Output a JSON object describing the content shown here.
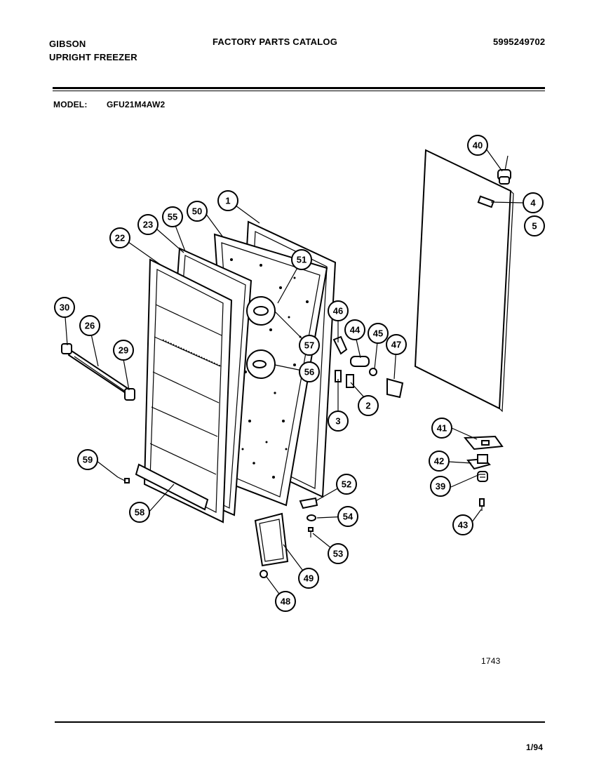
{
  "header": {
    "brand": "GIBSON",
    "product": "UPRIGHT FREEZER",
    "catalog_title": "FACTORY PARTS CATALOG",
    "catalog_number": "5995249702",
    "model_label": "MODEL:",
    "model_value": "GFU21M4AW2"
  },
  "diagram": {
    "callouts": [
      "1",
      "2",
      "3",
      "4",
      "5",
      "22",
      "23",
      "26",
      "29",
      "30",
      "39",
      "40",
      "41",
      "42",
      "43",
      "44",
      "45",
      "46",
      "47",
      "48",
      "49",
      "50",
      "51",
      "52",
      "53",
      "54",
      "55",
      "56",
      "57",
      "58",
      "59"
    ],
    "figure_number": "1743"
  },
  "footer": {
    "date_code": "1/94"
  }
}
